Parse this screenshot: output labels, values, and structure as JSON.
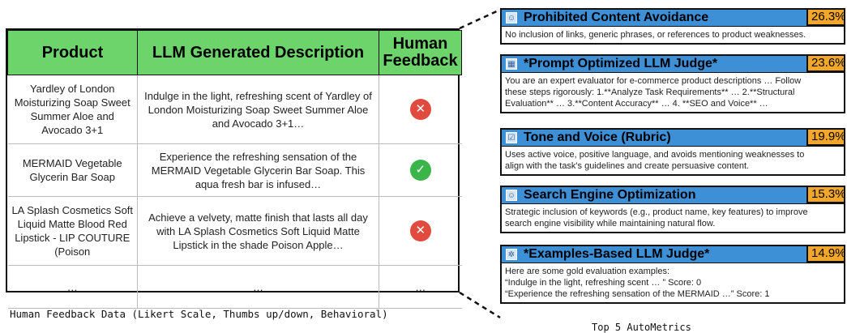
{
  "table": {
    "headers": [
      "Product",
      "LLM Generated Description",
      "Human Feedback"
    ],
    "rows": [
      {
        "product": "Yardley of London Moisturizing Soap Sweet Summer Aloe and Avocado 3+1",
        "description": "Indulge in the light, refreshing scent of Yardley of London Moisturizing Soap Sweet Summer Aloe and Avocado 3+1…",
        "feedback": "✕",
        "feedback_type": "negative"
      },
      {
        "product": "MERMAID Vegetable Glycerin Bar Soap",
        "description": "Experience the refreshing sensation of the MERMAID Vegetable Glycerin Bar Soap. This aqua fresh bar is infused…",
        "feedback": "✓",
        "feedback_type": "positive"
      },
      {
        "product": "LA Splash Cosmetics Soft Liquid Matte Blood Red Lipstick - LIP COUTURE (Poison",
        "description": "Achieve a velvety, matte finish that lasts all day with LA Splash Cosmetics Soft Liquid Matte Lipstick in the shade Poison Apple…",
        "feedback": "✕",
        "feedback_type": "negative"
      },
      {
        "product": "…",
        "description": "…",
        "feedback": "…",
        "feedback_type": "none"
      }
    ]
  },
  "caption_left": "Human Feedback Data (Likert Scale, Thumbs up/down, Behavioral)",
  "caption_right": "Top 5 AutoMetrics",
  "colors": {
    "header_green": "#6cd46a",
    "metric_blue": "#3d8fd6",
    "score_orange": "#f3a72a",
    "negative_red": "#e04a3f",
    "positive_green": "#3bb54a"
  },
  "metrics": [
    {
      "title": "Prohibited Content Avoidance",
      "score": "26.3%",
      "icon": "robot-icon",
      "lines": [
        "No inclusion of links, generic phrases, or references to product weaknesses."
      ]
    },
    {
      "title": "*Prompt Optimized LLM Judge*",
      "score": "23.6%",
      "icon": "grid-icon",
      "lines": [
        "You are an expert evaluator for e-commerce product descriptions … Follow",
        "these steps rigorously: 1.**Analyze Task Requirements** … 2.**Structural",
        "Evaluation** … 3.**Content Accuracy** …  4. **SEO and Voice** …"
      ]
    },
    {
      "title": "Tone and Voice (Rubric)",
      "score": "19.9%",
      "icon": "checklist-icon",
      "lines": [
        "Uses active voice, positive language, and avoids mentioning weaknesses to",
        "align with the task's guidelines and create persuasive content."
      ]
    },
    {
      "title": "Search Engine Optimization",
      "score": "15.3%",
      "icon": "robot-icon",
      "lines": [
        "Strategic inclusion of keywords (e.g., product name, key features) to improve",
        "search engine visibility while maintaining natural flow."
      ]
    },
    {
      "title": "*Examples-Based LLM Judge*",
      "score": "14.9%",
      "icon": "gear-icon",
      "lines": [
        "Here are some gold evaluation examples:",
        "“Indulge in the light, refreshing scent … ” Score: 0",
        "“Experience the refreshing sensation of the MERMAID …” Score: 1"
      ]
    }
  ]
}
